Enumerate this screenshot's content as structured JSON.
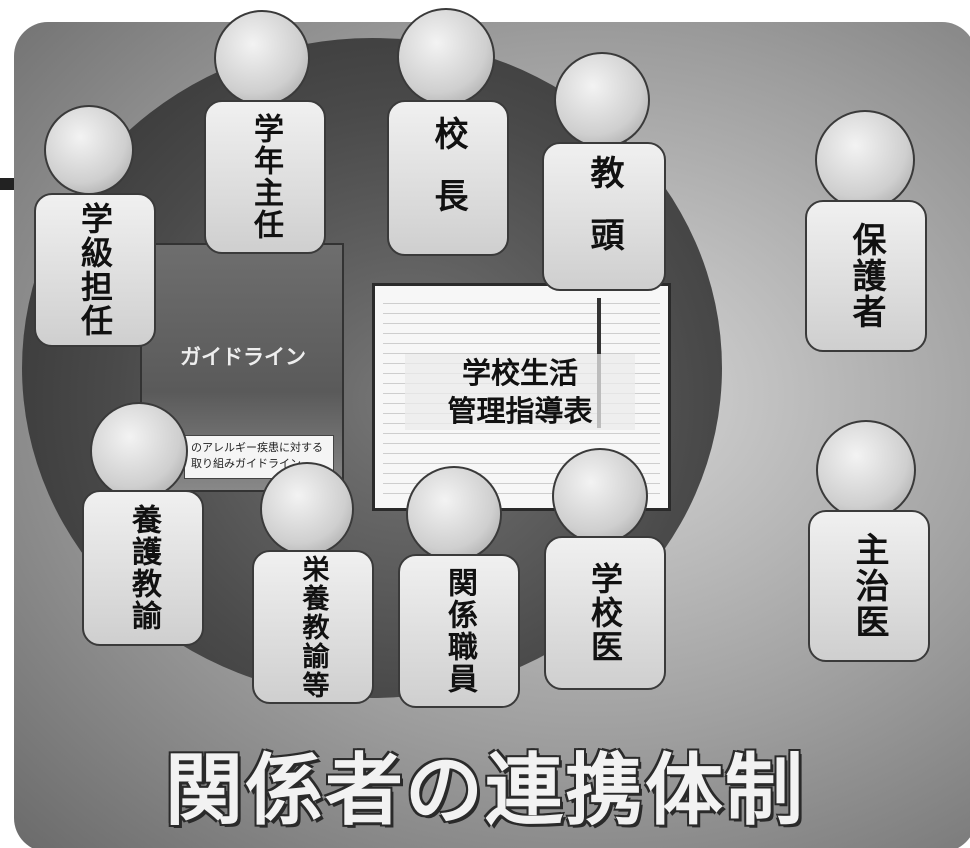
{
  "diagram": {
    "caption": "関係者の連携体制",
    "guideline_card": {
      "title": "ガイドライン",
      "note": "のアレルギー疾患に対する 取り組みガイドライン"
    },
    "form_card": {
      "title_line1": "学校生活",
      "title_line2": "管理指導表"
    },
    "roles": {
      "class_teacher": "学級担任",
      "grade_head": "学年主任",
      "principal": "校長",
      "vice_principal": "教頭",
      "school_nurse": "養護教諭",
      "nutrition_teacher": "栄養教諭等",
      "related_staff": "関係職員",
      "school_doctor": "学校医",
      "guardian": "保護者",
      "family_doctor": "主治医"
    }
  }
}
